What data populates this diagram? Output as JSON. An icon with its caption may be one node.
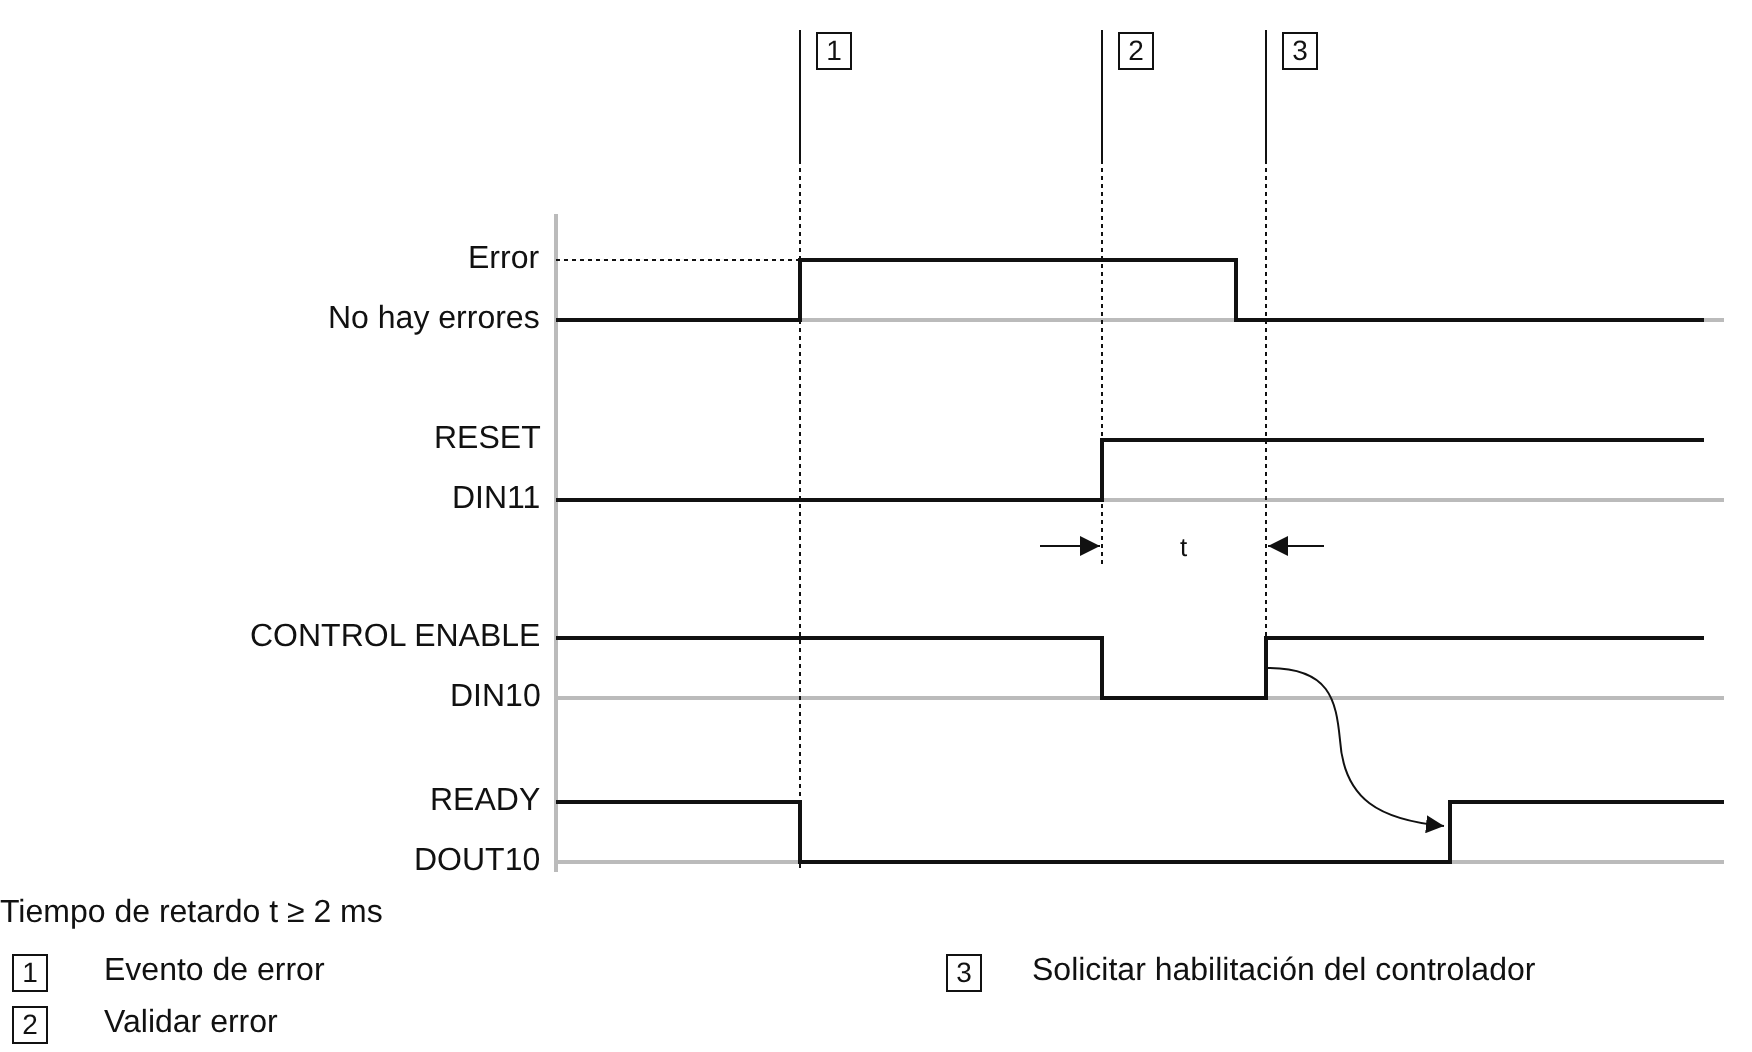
{
  "diagram": {
    "labels": [
      "1",
      "2",
      "3",
      "Error",
      "No hay errores",
      "RESET",
      "DIN11",
      "t",
      "CONTROL ENABLE",
      "DIN10",
      "READY",
      "DOUT10",
      "Tiempo de retardo t ≥ 2 ms",
      "1",
      "Evento de error",
      "3",
      "Solicitar habilitación del controlador",
      "2",
      "Validar error"
    ]
  }
}
